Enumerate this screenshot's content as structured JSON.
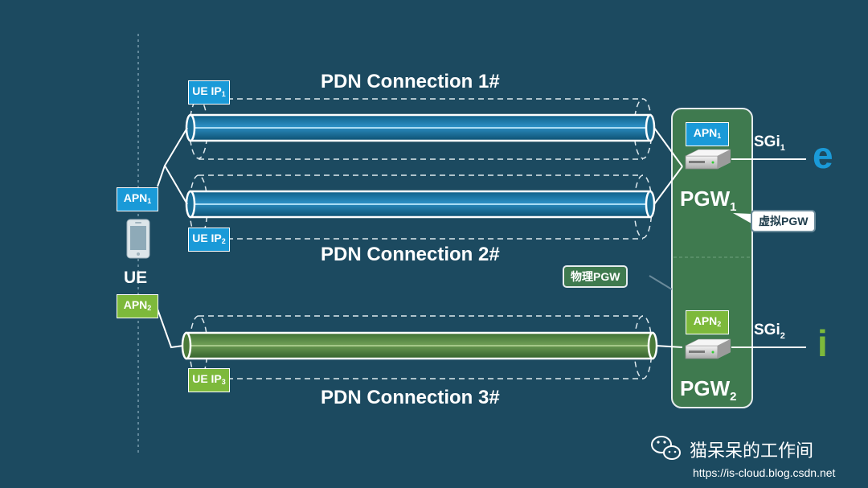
{
  "connections": [
    {
      "title": "PDN Connection 1#",
      "ue_ip": "UE IP",
      "ue_ip_sub": "1"
    },
    {
      "title": "PDN Connection 2#",
      "ue_ip": "UE IP",
      "ue_ip_sub": "2"
    },
    {
      "title": "PDN Connection 3#",
      "ue_ip": "UE IP",
      "ue_ip_sub": "3"
    }
  ],
  "ue": {
    "label": "UE",
    "apn1": "APN",
    "apn1_sub": "1",
    "apn2": "APN",
    "apn2_sub": "2"
  },
  "pgw": {
    "pgw1": "PGW",
    "pgw1_sub": "1",
    "pgw2": "PGW",
    "pgw2_sub": "2",
    "apn1": "APN",
    "apn1_sub": "1",
    "apn2": "APN",
    "apn2_sub": "2",
    "virtual_label": "虚拟PGW",
    "physical_label": "物理PGW"
  },
  "sgi": {
    "sgi1": "SGi",
    "sgi1_sub": "1",
    "sgi2": "SGi",
    "sgi2_sub": "2"
  },
  "icons": {
    "internet": "e",
    "ims": "i"
  },
  "watermark": {
    "name": "猫呆呆的工作间",
    "url": "https://is-cloud.blog.csdn.net"
  },
  "colors": {
    "background": "#1c4a60",
    "blue": "#1a9ad8",
    "green": "#7db93b",
    "pgw_box": "#3f7a4f"
  }
}
